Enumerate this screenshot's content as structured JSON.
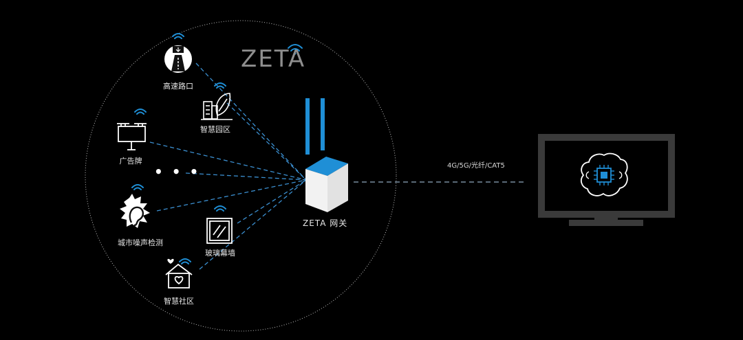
{
  "brand": {
    "name": "ZETA"
  },
  "gateway": {
    "label": "ZETA 网关"
  },
  "link": {
    "label": "4G/5G/光纤/CAT5"
  },
  "ellipsis": "• • •",
  "devices": [
    {
      "id": "highway",
      "label": "高速路口",
      "icon": "highway-sign-icon"
    },
    {
      "id": "park",
      "label": "智慧园区",
      "icon": "smart-park-icon"
    },
    {
      "id": "billboard",
      "label": "广告牌",
      "icon": "billboard-icon"
    },
    {
      "id": "noise",
      "label": "城市噪声检测",
      "icon": "noise-ear-icon"
    },
    {
      "id": "glass",
      "label": "玻璃幕墙",
      "icon": "glass-curtain-wall-icon"
    },
    {
      "id": "community",
      "label": "智慧社区",
      "icon": "smart-community-icon"
    }
  ],
  "monitor": {
    "icon": "brain-chip-icon"
  },
  "colors": {
    "background": "#000000",
    "accent_blue": "#1f8fd6",
    "dashed_line": "#3b8fd0",
    "circle": "#bdbdbd",
    "text": "#e6e6e6",
    "monitor_frame": "#3a3a3a"
  }
}
